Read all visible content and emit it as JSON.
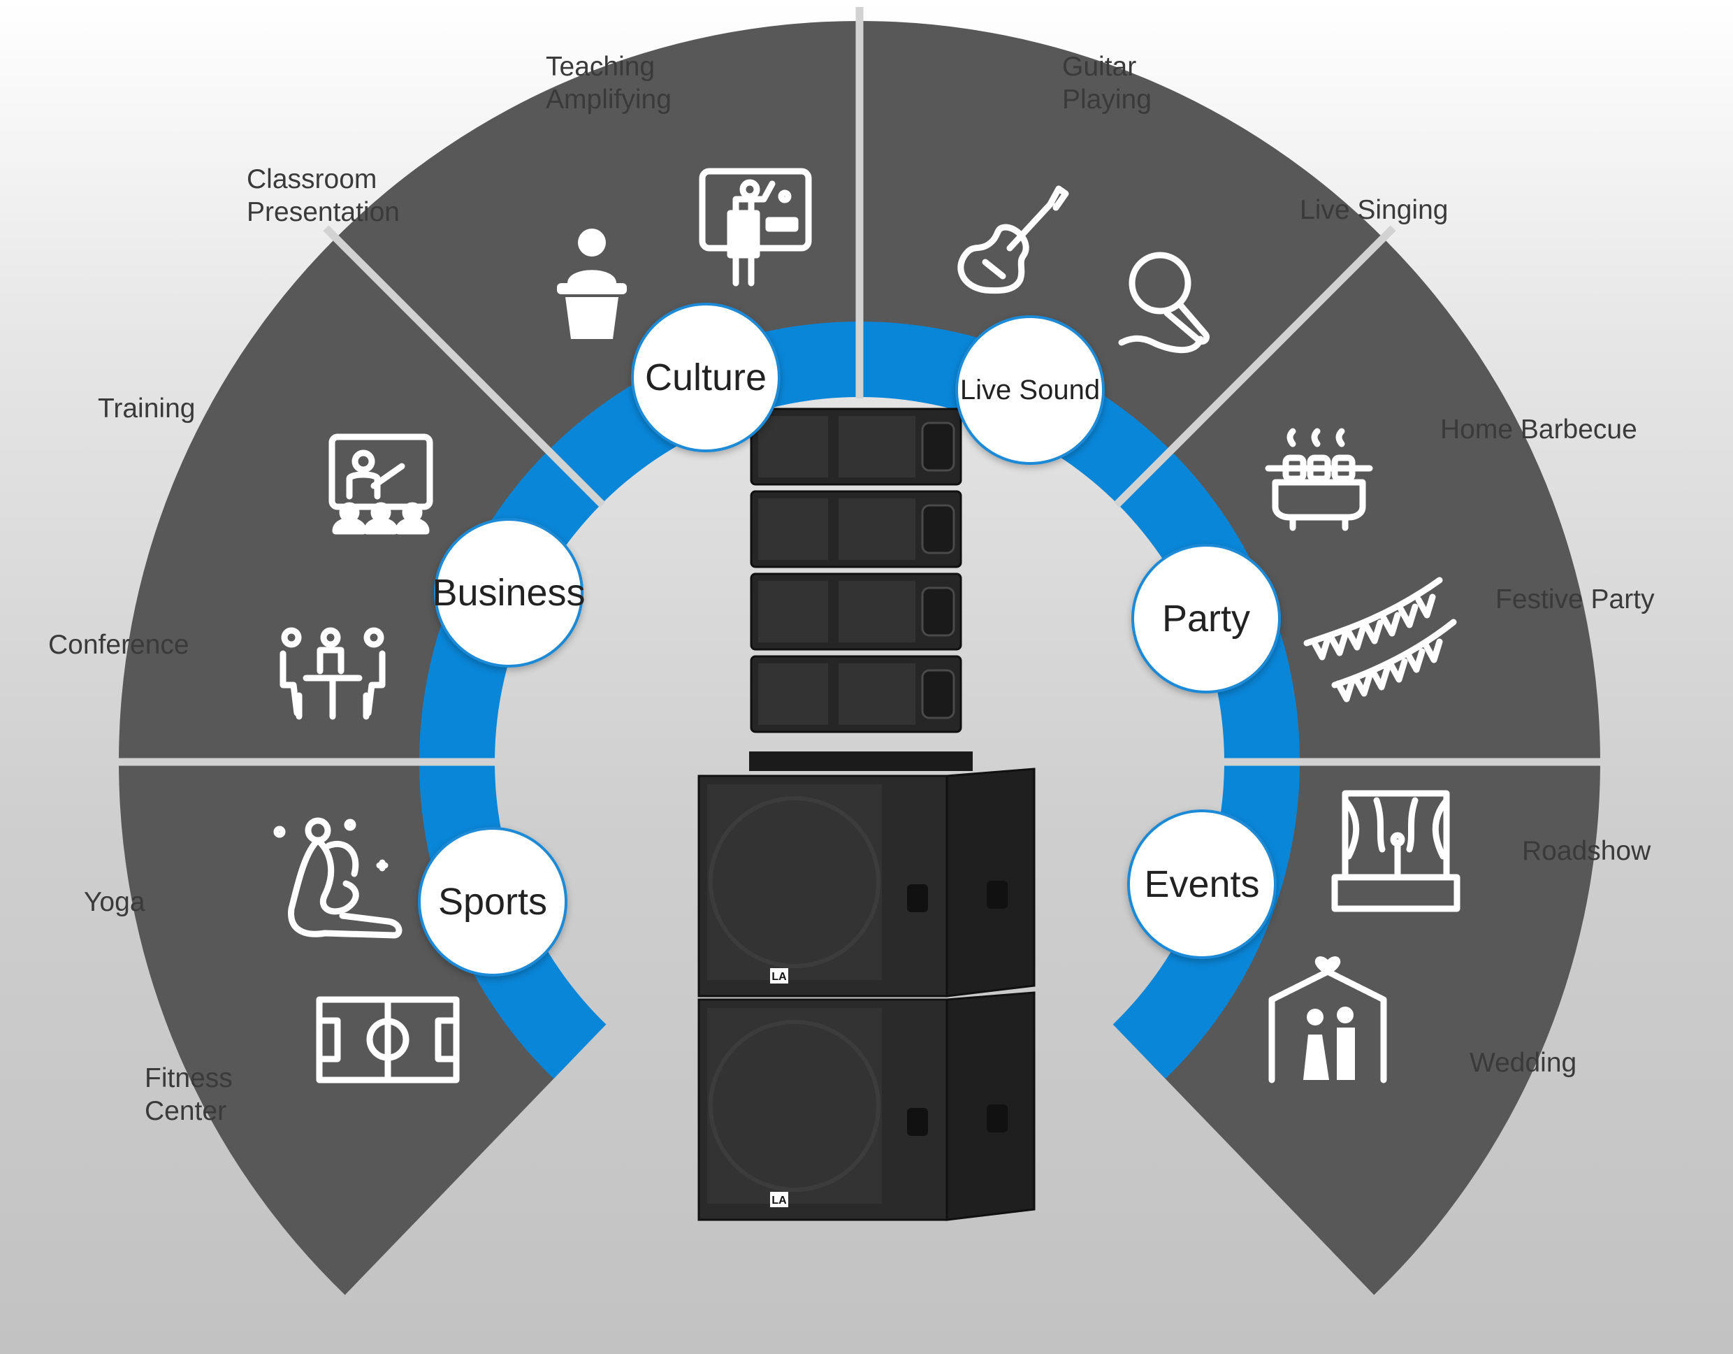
{
  "colors": {
    "sector": "#585858",
    "divider": "#d2d2d2",
    "ring": "#0a86d8",
    "hub_border": "#1c8ad6",
    "icon": "#ffffff",
    "speaker": "#262626"
  },
  "categories": [
    {
      "id": "sports",
      "label": "Sports"
    },
    {
      "id": "business",
      "label": "Business"
    },
    {
      "id": "culture",
      "label": "Culture"
    },
    {
      "id": "live_sound",
      "label": "Live Sound"
    },
    {
      "id": "party",
      "label": "Party"
    },
    {
      "id": "events",
      "label": "Events"
    }
  ],
  "applications": [
    {
      "id": "fitness_center",
      "label": "Fitness\nCenter",
      "icon": "soccer-field-icon"
    },
    {
      "id": "yoga",
      "label": "Yoga",
      "icon": "yoga-pose-icon"
    },
    {
      "id": "conference",
      "label": "Conference",
      "icon": "meeting-table-icon"
    },
    {
      "id": "training",
      "label": "Training",
      "icon": "screen-presenter-icon"
    },
    {
      "id": "classroom_presentation",
      "label": "Classroom\nPresentation",
      "icon": "podium-speaker-icon"
    },
    {
      "id": "teaching_amplifying",
      "label": "Teaching\nAmplifying",
      "icon": "teacher-board-icon"
    },
    {
      "id": "guitar_playing",
      "label": "Guitar\nPlaying",
      "icon": "electric-guitar-icon"
    },
    {
      "id": "live_singing",
      "label": "Live Singing",
      "icon": "microphone-icon"
    },
    {
      "id": "home_barbecue",
      "label": "Home Barbecue",
      "icon": "barbecue-grill-icon"
    },
    {
      "id": "festive_party",
      "label": "Festive Party",
      "icon": "bunting-flags-icon"
    },
    {
      "id": "roadshow",
      "label": "Roadshow",
      "icon": "stage-curtain-icon"
    },
    {
      "id": "wedding",
      "label": "Wedding",
      "icon": "wedding-couple-icon"
    }
  ],
  "product": {
    "brand_mark": "LA",
    "line_array_modules": 4,
    "subwoofer_cabinets": 2
  }
}
